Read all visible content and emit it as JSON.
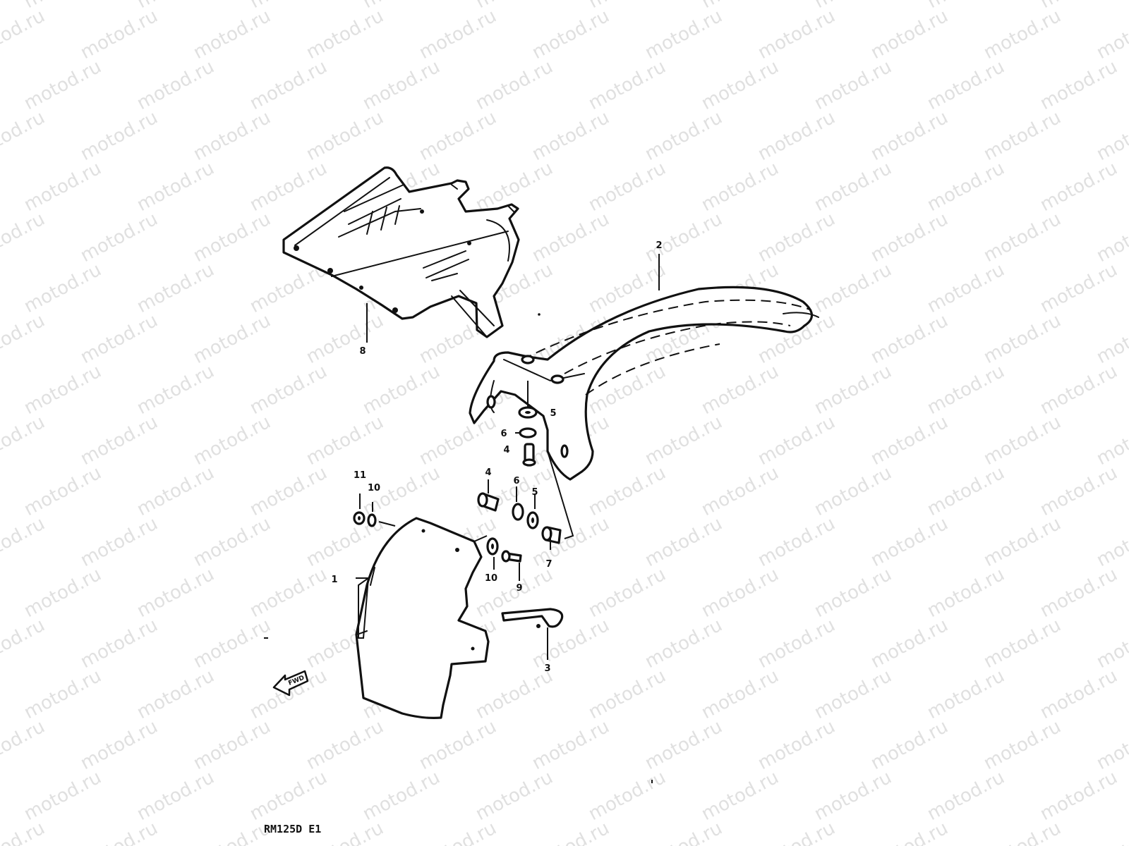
{
  "watermark": "motod.ru",
  "diagram_code": "RM125D E1",
  "fwd_marker": "FWD",
  "callouts": [
    {
      "id": "1",
      "part": "front-fender"
    },
    {
      "id": "2",
      "part": "rear-fender"
    },
    {
      "id": "3",
      "part": "clamp-screw"
    },
    {
      "id": "4",
      "part": "bolt"
    },
    {
      "id": "4",
      "part": "bolt"
    },
    {
      "id": "5",
      "part": "washer"
    },
    {
      "id": "5",
      "part": "washer"
    },
    {
      "id": "6",
      "part": "lock-washer"
    },
    {
      "id": "6",
      "part": "lock-washer"
    },
    {
      "id": "7",
      "part": "spacer"
    },
    {
      "id": "8",
      "part": "side-plate"
    },
    {
      "id": "9",
      "part": "screw"
    },
    {
      "id": "10",
      "part": "washer"
    },
    {
      "id": "10",
      "part": "washer"
    },
    {
      "id": "11",
      "part": "nut"
    }
  ],
  "colors": {
    "line": "#111111",
    "background": "#ffffff",
    "watermark": "#c8c8c8"
  }
}
